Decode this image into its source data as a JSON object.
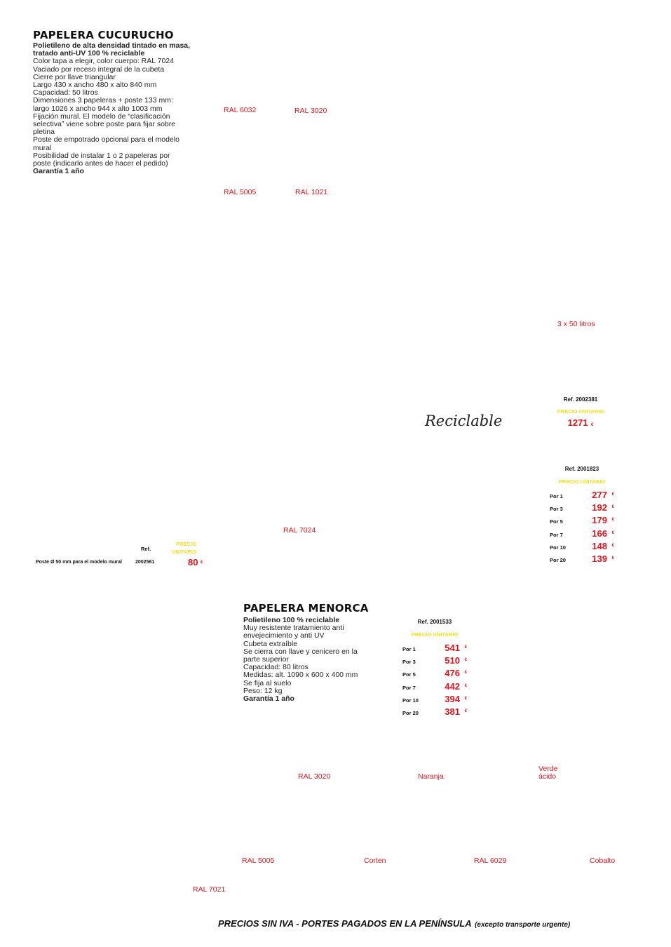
{
  "cucurucho": {
    "title": "PAPELERA CUCURUCHO",
    "lines": [
      {
        "text": "Polietileno de alta densidad tintado en masa,",
        "bold": true
      },
      {
        "text": "tratado anti-UV 100 % reciclable",
        "bold": true
      },
      {
        "text": "Color tapa a elegir, color cuerpo: RAL 7024",
        "bold": false
      },
      {
        "text": "Vaciado por receso integral de la cubeta",
        "bold": false
      },
      {
        "text": "Cierre por llave triangular",
        "bold": false
      },
      {
        "text": "Largo 430 x ancho 480 x alto 840 mm",
        "bold": false
      },
      {
        "text": "Capacidad: 50 litros",
        "bold": false
      },
      {
        "text": "Dimensiones 3 papeleras + poste 133 mm:",
        "bold": false
      },
      {
        "text": "largo 1026 x ancho 944 x alto 1003 mm",
        "bold": false
      },
      {
        "text": "Fijación mural. El modelo de “clasificación",
        "bold": false
      },
      {
        "text": "selectiva” viene sobre poste para fijar sobre",
        "bold": false
      },
      {
        "text": "pletina",
        "bold": false
      },
      {
        "text": "Poste de empotrado opcional para el modelo",
        "bold": false
      },
      {
        "text": "mural",
        "bold": false
      },
      {
        "text": "Posibilidad de instalar 1 o 2 papeleras por",
        "bold": false
      },
      {
        "text": "poste (indicarlo antes de hacer el pedido)",
        "bold": false
      },
      {
        "text": "Garantía 1 año",
        "bold": true
      }
    ],
    "colors": [
      "RAL 6032",
      "RAL 3020",
      "RAL 5005",
      "RAL 1021"
    ],
    "body_color": "RAL 7024",
    "capacity_label": "3 x 50 litros",
    "recyclable_label": "Reciclable",
    "set_price": {
      "ref": "Ref. 2002381",
      "unit_label": "PRECIO UNITARIO",
      "price": "1271",
      "currency": "€"
    },
    "tier_price": {
      "ref": "Ref. 2001823",
      "unit_label": "PRECIO UNITARIO",
      "currency": "€",
      "rows": [
        {
          "qty": "Por 1",
          "price": "277"
        },
        {
          "qty": "Por 3",
          "price": "192"
        },
        {
          "qty": "Por 5",
          "price": "179"
        },
        {
          "qty": "Por 7",
          "price": "166"
        },
        {
          "qty": "Por 10",
          "price": "148"
        },
        {
          "qty": "Por 20",
          "price": "139"
        }
      ]
    },
    "post": {
      "ref_header": "Ref.",
      "price_header_1": "PRECIO",
      "price_header_2": "UNITARIO",
      "label": "Poste Ø 50 mm para el modelo mural",
      "ref": "2002561",
      "price": "80",
      "currency": "€"
    }
  },
  "menorca": {
    "title": "PAPELERA MENORCA",
    "lines": [
      {
        "text": "Polietileno 100 % reciclable",
        "bold": true
      },
      {
        "text": "Muy resistente tratamiento anti",
        "bold": false
      },
      {
        "text": "envejecimiento y anti UV",
        "bold": false
      },
      {
        "text": "Cubeta extraíble",
        "bold": false
      },
      {
        "text": "Se cierra con llave y cenicero en la",
        "bold": false
      },
      {
        "text": "parte superior",
        "bold": false
      },
      {
        "text": "Capacidad: 80 litros",
        "bold": false
      },
      {
        "text": "Medidas: alt. 1090 x 600 x 400 mm",
        "bold": false
      },
      {
        "text": "Se fija al suelo",
        "bold": false
      },
      {
        "text": "Peso: 12 kg",
        "bold": false
      },
      {
        "text": "Garantía 1 año",
        "bold": true
      }
    ],
    "tier_price": {
      "ref": "Ref. 2001533",
      "unit_label": "PRECIO UNITARIO",
      "currency": "€",
      "rows": [
        {
          "qty": "Por 1",
          "price": "541"
        },
        {
          "qty": "Por 3",
          "price": "510"
        },
        {
          "qty": "Por 5",
          "price": "476"
        },
        {
          "qty": "Por 7",
          "price": "442"
        },
        {
          "qty": "Por 10",
          "price": "394"
        },
        {
          "qty": "Por 20",
          "price": "381"
        }
      ]
    },
    "colors_row1": [
      "RAL 3020",
      "Naranja",
      "Verde ácido"
    ],
    "colors_row2": [
      "RAL 5005",
      "Corten",
      "RAL 6029",
      "Cobalto"
    ],
    "colors_row3": [
      "RAL 7021"
    ]
  },
  "footer": {
    "main": "PRECIOS SIN IVA - PORTES PAGADOS EN LA PENÍNSULA",
    "note": "(excepto transporte urgente)"
  },
  "colors": {
    "accent_red": "#e3141b",
    "accent_yellow": "#f7e21b",
    "text": "#1a1a1a"
  }
}
